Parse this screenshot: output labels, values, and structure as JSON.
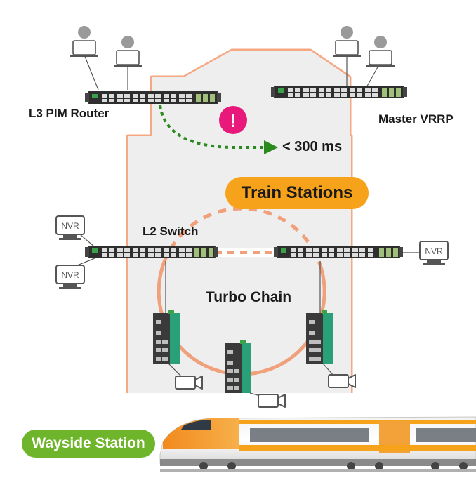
{
  "labels": {
    "l3_router": "L3 PIM Router",
    "master_vrrp": "Master VRRP",
    "failover_time": "< 300 ms",
    "train_stations": "Train Stations",
    "l2_switch": "L2 Switch",
    "turbo_chain": "Turbo Chain",
    "wayside_station": "Wayside Station",
    "alert_mark": "!"
  },
  "nvr_labels": [
    "NVR",
    "NVR",
    "NVR"
  ],
  "colors": {
    "house_fill": "#eeeeee",
    "house_outline": "#f5a882",
    "chain_outline": "#f0a07a",
    "failover_arrow": "#2a8a1e",
    "alert": "#e8197a",
    "train_stations_pill": "#f7a21b",
    "wayside_pill": "#6fb52c",
    "switch_body": "#2e2e2e",
    "port_green": "#3aa04a"
  },
  "icons": {
    "user": "user-at-laptop-icon",
    "nvr": "nvr-monitor-icon",
    "camera": "cctv-camera-icon",
    "switch_rack": "rackmount-switch-icon",
    "switch_din": "din-rail-switch-icon",
    "train": "high-speed-train-icon"
  }
}
